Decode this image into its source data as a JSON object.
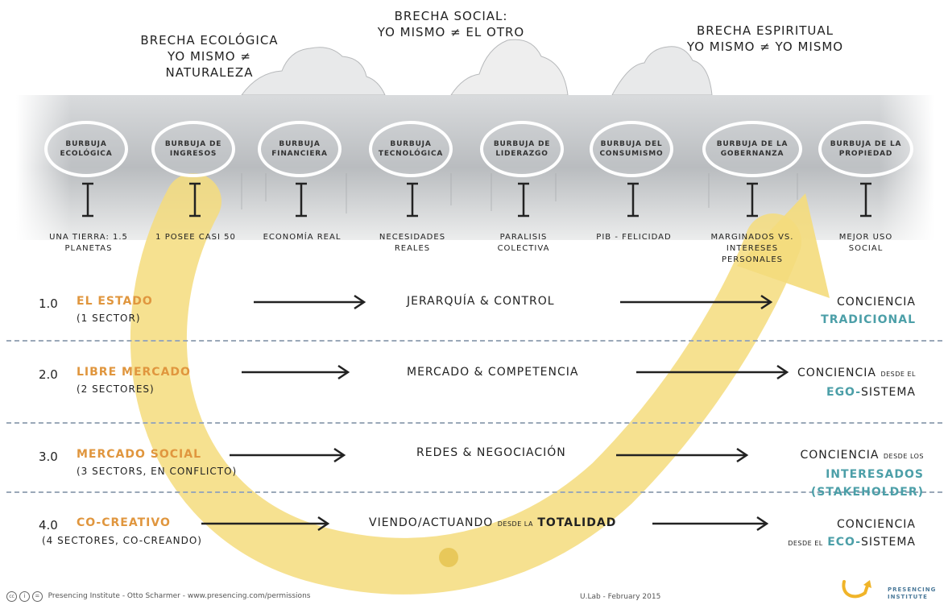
{
  "gaps": {
    "ecological": {
      "title": "Brecha ecológica",
      "subtitle": "Yo mismo ≠ naturaleza"
    },
    "social": {
      "title": "Brecha social:",
      "subtitle": "Yo mismo ≠ el otro"
    },
    "spiritual": {
      "title": "Brecha espiritual",
      "subtitle": "Yo mismo ≠ yo mismo"
    }
  },
  "bubbles": [
    {
      "label": "Burbuja ecológica",
      "symptom": "Una tierra: 1.5 planetas"
    },
    {
      "label": "Burbuja de ingresos",
      "symptom": "1 posee casi 50"
    },
    {
      "label": "Burbuja financiera",
      "symptom": "Economía real"
    },
    {
      "label": "Burbuja tecnológica",
      "symptom": "Necesidades reales"
    },
    {
      "label": "Burbuja de liderazgo",
      "symptom": "Paralisis colectiva"
    },
    {
      "label": "Burbuja del consumismo",
      "symptom": "PIB - felicidad"
    },
    {
      "label": "Burbuja de la gobernanza",
      "symptom": "Marginados vs. intereses personales"
    },
    {
      "label": "Burbuja de la propiedad",
      "symptom": "Mejor uso social"
    }
  ],
  "rows": [
    {
      "num": "1.0",
      "title": "El estado",
      "sub": "(1 sector)",
      "center_main": "Jerarquía & control",
      "center_pre": "",
      "center_small": "",
      "center_post": "",
      "consc_line1": "Conciencia",
      "consc_line1_small": "",
      "consc_line2_pre": "",
      "consc_line2_teal": "Tradicional"
    },
    {
      "num": "2.0",
      "title": "Libre mercado",
      "sub": "(2 sectores)",
      "center_main": "Mercado & competencia",
      "center_pre": "",
      "center_small": "",
      "center_post": "",
      "consc_line1": "Conciencia",
      "consc_line1_small": "desde el",
      "consc_line2_pre": "",
      "consc_line2_teal": "Ego-",
      "consc_line2_post": "sistema"
    },
    {
      "num": "3.0",
      "title": "Mercado social",
      "sub": "(3 sectors, en conflicto)",
      "center_main": "Redes & negociación",
      "center_pre": "",
      "center_small": "",
      "center_post": "",
      "consc_line1": "Conciencia",
      "consc_line1_small": "desde los",
      "consc_line2_pre": "",
      "consc_line2_teal": "Interesados (stakeholder)"
    },
    {
      "num": "4.0",
      "title": "Co-creativo",
      "sub": "(4 sectores, co-creando)",
      "center_main": "",
      "center_pre": "Viendo/actuando",
      "center_small": "desde la",
      "center_post": "totalidad",
      "consc_line1": "Conciencia",
      "consc_line1_small": "",
      "consc_line2_pre": "desde el",
      "consc_line2_teal": "Eco-",
      "consc_line2_post": "sistema"
    }
  ],
  "footer": {
    "license": "Presencing Institute - Otto Scharmer - www.presencing.com/permissions",
    "event": "U.Lab - February 2015",
    "logo_line1": "PRESENCING",
    "logo_line2": "INSTITUTE"
  },
  "colors": {
    "accent_orange": "#e0963e",
    "teal": "#4c9fa8",
    "yellow_arc": "#f4dc7c"
  }
}
